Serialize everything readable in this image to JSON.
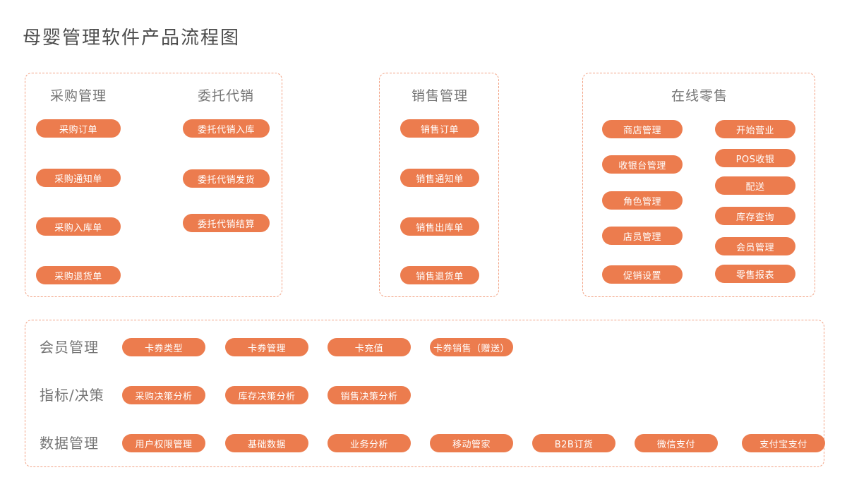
{
  "title": "母婴管理软件产品流程图",
  "colors": {
    "pill": "#ec7c4e",
    "border": "#f2a183",
    "title": "#4c4c4c",
    "header": "#757575"
  },
  "sections": {
    "purchase_box": {
      "col1_header": "采购管理",
      "col2_header": "委托代销",
      "col1_items": [
        "采购订单",
        "采购通知单",
        "采购入库单",
        "采购退货单"
      ],
      "col2_items": [
        "委托代销入库",
        "委托代销发货",
        "委托代销结算"
      ]
    },
    "sales_box": {
      "header": "销售管理",
      "items": [
        "销售订单",
        "销售通知单",
        "销售出库单",
        "销售退货单"
      ]
    },
    "retail_box": {
      "header": "在线零售",
      "col1_items": [
        "商店管理",
        "收银台管理",
        "角色管理",
        "店员管理",
        "促销设置"
      ],
      "col2_items": [
        "开始营业",
        "POS收银",
        "配送",
        "库存查询",
        "会员管理",
        "零售报表"
      ]
    },
    "bottom_box": {
      "rows": [
        {
          "label": "会员管理",
          "items": [
            "卡券类型",
            "卡券管理",
            "卡充值",
            "卡券销售（赠送）"
          ]
        },
        {
          "label": "指标/决策",
          "items": [
            "采购决策分析",
            "库存决策分析",
            "销售决策分析"
          ]
        },
        {
          "label": "数据管理",
          "items": [
            "用户权限管理",
            "基础数据",
            "业务分析",
            "移动管家",
            "B2B订货",
            "微信支付",
            "支付宝支付"
          ]
        }
      ]
    }
  }
}
